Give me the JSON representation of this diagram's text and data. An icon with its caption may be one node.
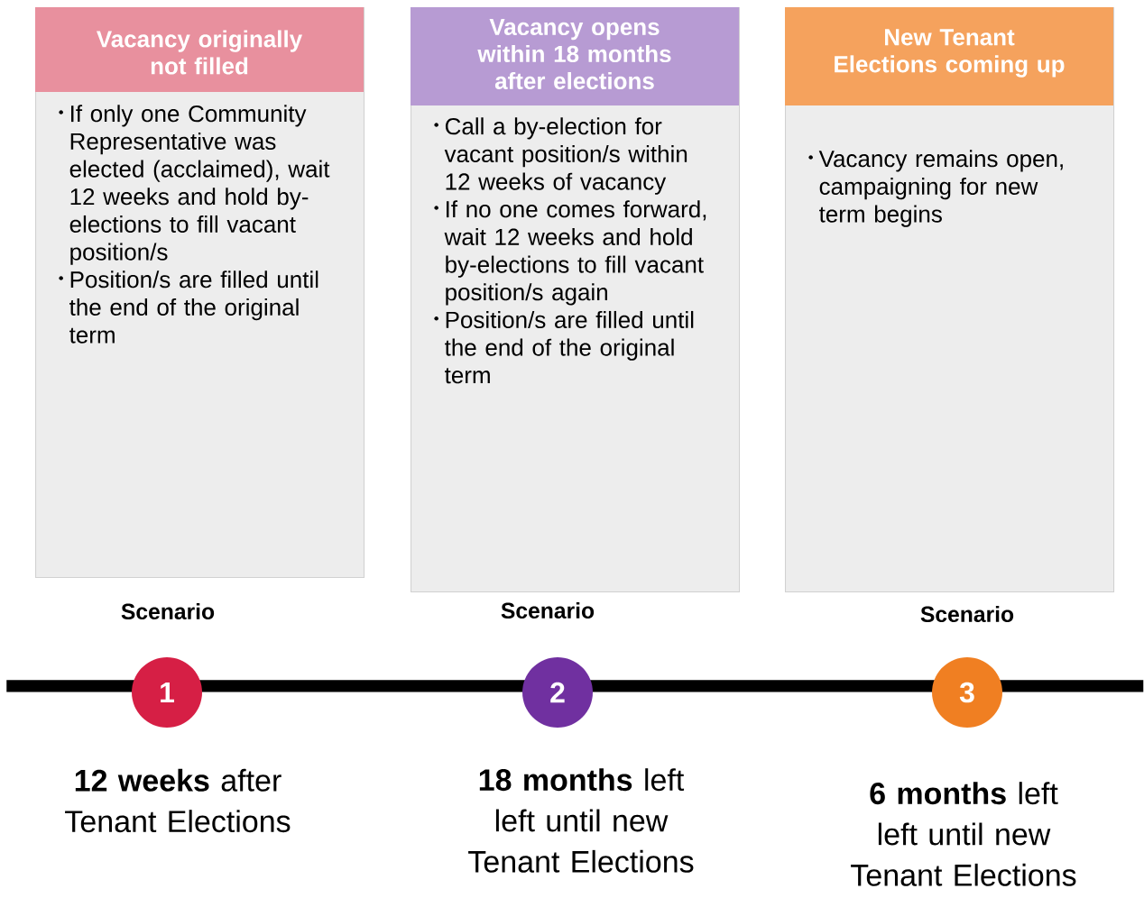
{
  "diagram": {
    "nodes": [
      {
        "text": [
          "Vacancy originally not filled",
          "If only one Community Representative was elected (acclaimed), wait 12 weeks and hold by-elections to fill vacant position/s",
          "Position/s are filled until the end of the original term"
        ]
      },
      {
        "text": [
          "Vacancy opens within 18 months after elections",
          "Call a by-election for vacant position/s within 12 weeks of vacancy",
          "If no one comes forward, wait 12 weeks and hold by-elections to fill vacant position/s again",
          "Position/s are filled until the end of the original term"
        ]
      },
      {
        "text": [
          "New Tenant Elections coming up",
          "Vacancy remains open, campaigning for new term begins"
        ]
      },
      {
        "text": [],
        "shape": "bar"
      },
      {
        "text": [
          "1"
        ],
        "beside": [
          "**12 weeks** after Tenant Elections"
        ]
      },
      {
        "text": [
          "2"
        ],
        "beside": [
          "**18 months** left left until new Tenant Elections"
        ]
      },
      {
        "text": [
          "3"
        ],
        "beside": [
          "**6 months** left left until new Tenant Elections"
        ]
      }
    ],
    "labels": [
      "Scenario",
      "Scenario",
      "Scenario"
    ]
  }
}
